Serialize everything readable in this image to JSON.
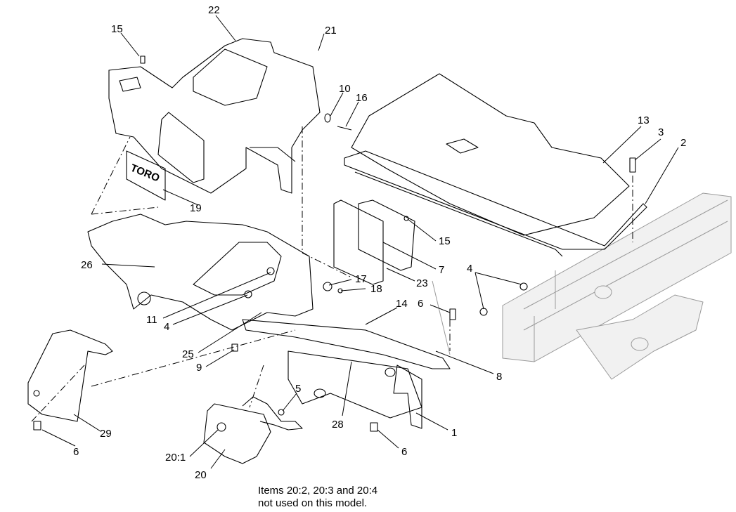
{
  "callouts": {
    "c1": "1",
    "c2": "2",
    "c3": "3",
    "c4a": "4",
    "c4b": "4",
    "c5": "5",
    "c6a": "6",
    "c6b": "6",
    "c6c": "6",
    "c7": "7",
    "c8": "8",
    "c9": "9",
    "c10": "10",
    "c11": "11",
    "c13": "13",
    "c14": "14",
    "c15a": "15",
    "c15b": "15",
    "c16": "16",
    "c17": "17",
    "c18": "18",
    "c19": "19",
    "c20": "20",
    "c20_1": "20:1",
    "c21": "21",
    "c22": "22",
    "c23": "23",
    "c25": "25",
    "c26": "26",
    "c28": "28",
    "c29": "29"
  },
  "decal_text": "TORO",
  "note": {
    "line1": "Items 20:2, 20:3 and 20:4",
    "line2": "not used on this model."
  }
}
